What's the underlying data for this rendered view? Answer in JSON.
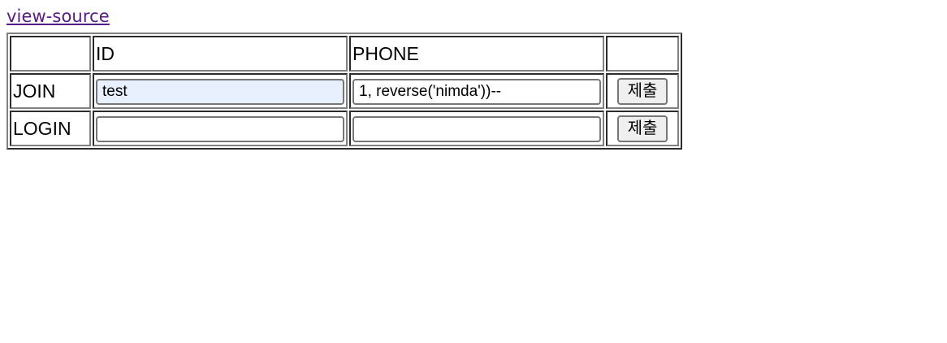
{
  "link": {
    "label": "view-source",
    "color": "#551a8b"
  },
  "table": {
    "columns": [
      "",
      "ID",
      "PHONE",
      ""
    ],
    "header": {
      "corner": "",
      "id": "ID",
      "phone": "PHONE",
      "action": ""
    },
    "rows": [
      {
        "label": "JOIN",
        "id_value": "test",
        "id_placeholder": "",
        "id_autofilled": true,
        "phone_value": "1, reverse('nimda'))--",
        "phone_placeholder": "",
        "phone_autofilled": false,
        "submit_label": "제출"
      },
      {
        "label": "LOGIN",
        "id_value": "",
        "id_placeholder": "",
        "id_autofilled": false,
        "phone_value": "",
        "phone_placeholder": "",
        "phone_autofilled": false,
        "submit_label": "제출"
      }
    ]
  },
  "colors": {
    "page_background": "#ffffff",
    "table_border": "#808080",
    "input_border": "#767676",
    "autofill_background": "#e8f0fe",
    "button_background": "#efefef",
    "text": "#000000"
  }
}
